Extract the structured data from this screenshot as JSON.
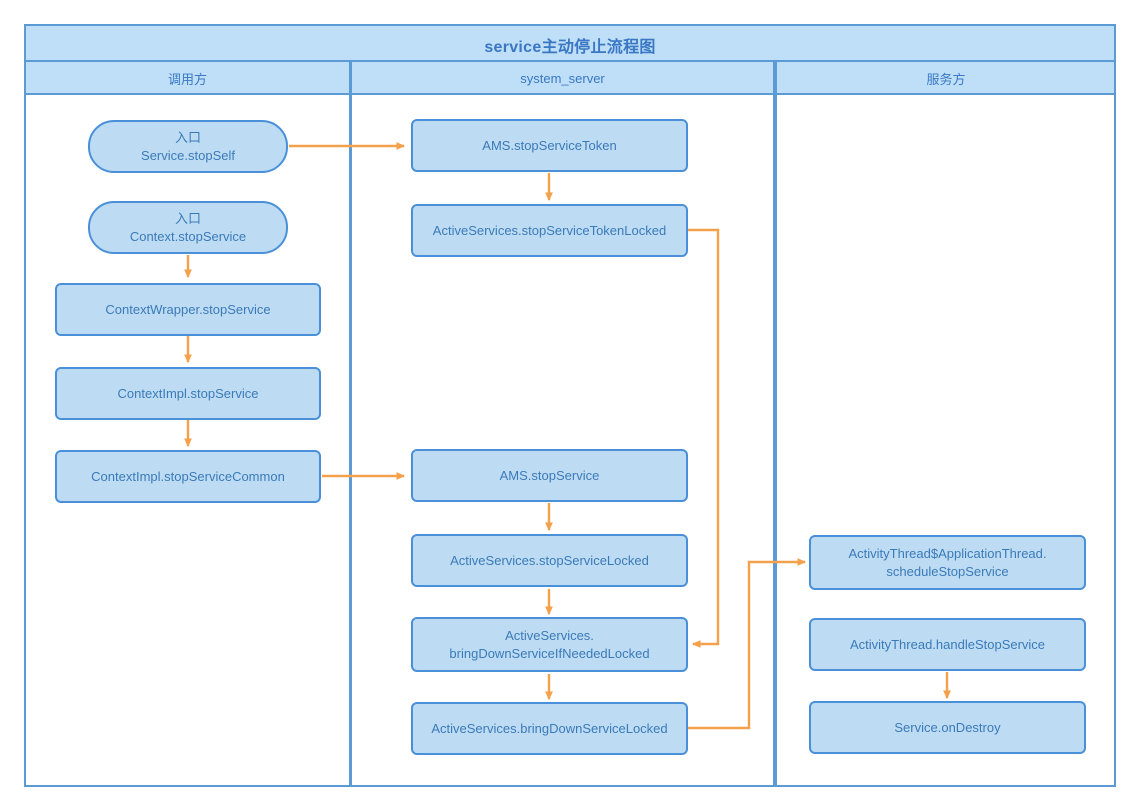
{
  "diagram": {
    "title": "service主动停止流程图",
    "columns": [
      {
        "id": "caller",
        "label": "调用方"
      },
      {
        "id": "system_server",
        "label": "system_server"
      },
      {
        "id": "service",
        "label": "服务方"
      }
    ],
    "colors": {
      "node_fill": "#bddcf4",
      "node_border": "#4a90d9",
      "node_text": "#3b7ab8",
      "band_fill": "#bedff7",
      "frame_border": "#5b9bd5",
      "arrow": "#f5a14b",
      "background": "#ffffff"
    },
    "nodes": [
      {
        "id": "n1",
        "column": "caller",
        "shape": "rounded-pill",
        "line1": "入口",
        "line2": "Service.stopSelf"
      },
      {
        "id": "n2",
        "column": "caller",
        "shape": "rounded-pill",
        "line1": "入口",
        "line2": "Context.stopService"
      },
      {
        "id": "n3",
        "column": "caller",
        "shape": "rect",
        "line1": "ContextWrapper.stopService",
        "line2": ""
      },
      {
        "id": "n4",
        "column": "caller",
        "shape": "rect",
        "line1": "ContextImpl.stopService",
        "line2": ""
      },
      {
        "id": "n5",
        "column": "caller",
        "shape": "rect",
        "line1": "ContextImpl.stopServiceCommon",
        "line2": ""
      },
      {
        "id": "n6",
        "column": "system_server",
        "shape": "rect",
        "line1": "AMS.stopServiceToken",
        "line2": ""
      },
      {
        "id": "n7",
        "column": "system_server",
        "shape": "rect",
        "line1": "ActiveServices.stopServiceTokenLocked",
        "line2": ""
      },
      {
        "id": "n8",
        "column": "system_server",
        "shape": "rect",
        "line1": "AMS.stopService",
        "line2": ""
      },
      {
        "id": "n9",
        "column": "system_server",
        "shape": "rect",
        "line1": "ActiveServices.stopServiceLocked",
        "line2": ""
      },
      {
        "id": "n10",
        "column": "system_server",
        "shape": "rect",
        "line1": "ActiveServices.",
        "line2": "bringDownServiceIfNeededLocked"
      },
      {
        "id": "n11",
        "column": "system_server",
        "shape": "rect",
        "line1": "ActiveServices.bringDownServiceLocked",
        "line2": ""
      },
      {
        "id": "n12",
        "column": "service",
        "shape": "rect",
        "line1": "ActivityThread$ApplicationThread.",
        "line2": "scheduleStopService"
      },
      {
        "id": "n13",
        "column": "service",
        "shape": "rect",
        "line1": "ActivityThread.handleStopService",
        "line2": ""
      },
      {
        "id": "n14",
        "column": "service",
        "shape": "rect",
        "line1": "Service.onDestroy",
        "line2": ""
      }
    ],
    "edges": [
      {
        "from": "n1",
        "to": "n6",
        "route": "horizontal"
      },
      {
        "from": "n2",
        "to": "n3",
        "route": "vertical"
      },
      {
        "from": "n3",
        "to": "n4",
        "route": "vertical"
      },
      {
        "from": "n4",
        "to": "n5",
        "route": "vertical"
      },
      {
        "from": "n5",
        "to": "n8",
        "route": "horizontal"
      },
      {
        "from": "n6",
        "to": "n7",
        "route": "vertical"
      },
      {
        "from": "n7",
        "to": "n10",
        "route": "right-down-left"
      },
      {
        "from": "n8",
        "to": "n9",
        "route": "vertical"
      },
      {
        "from": "n9",
        "to": "n10",
        "route": "vertical"
      },
      {
        "from": "n10",
        "to": "n11",
        "route": "vertical"
      },
      {
        "from": "n11",
        "to": "n12",
        "route": "right-up-right"
      },
      {
        "from": "n13",
        "to": "n14",
        "route": "vertical"
      }
    ]
  }
}
